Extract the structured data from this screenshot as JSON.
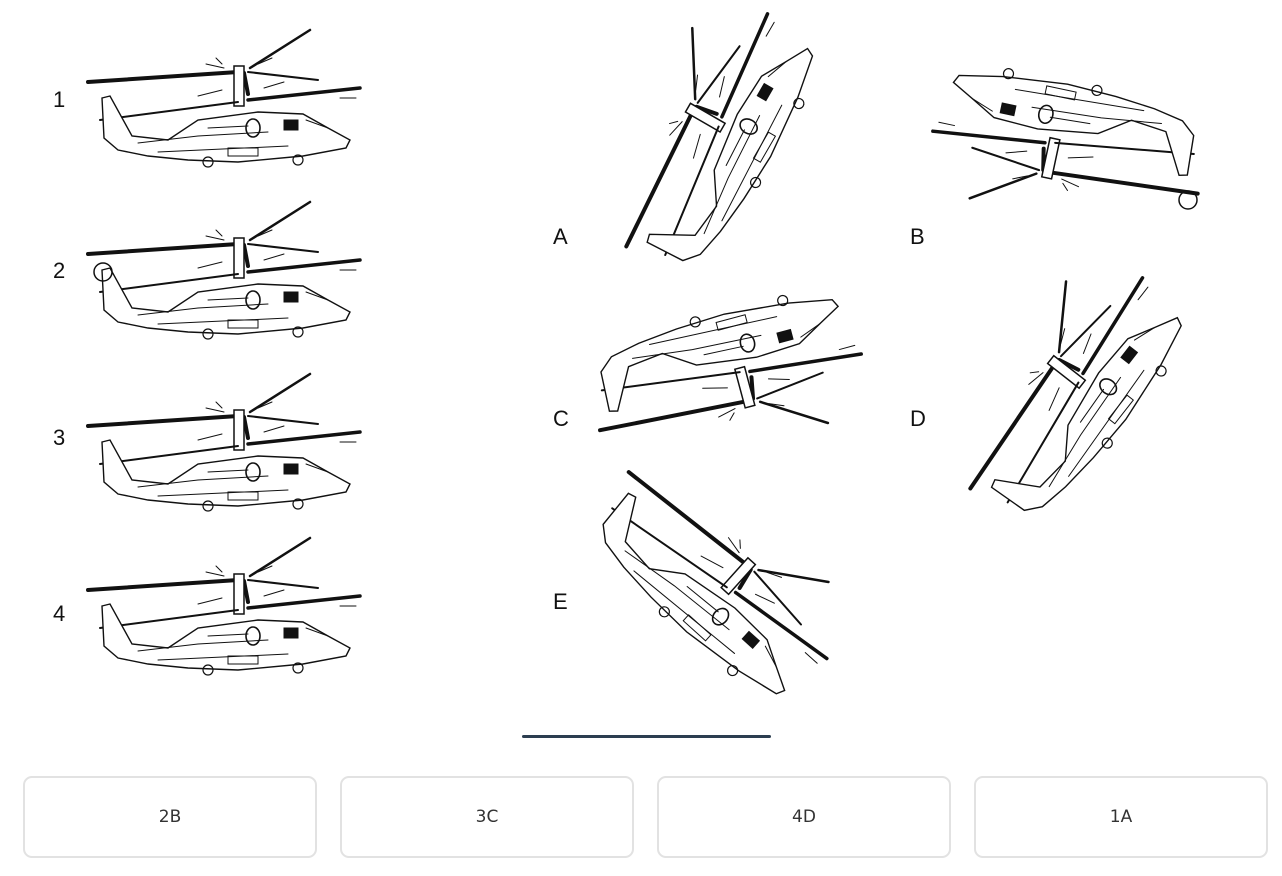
{
  "puzzle": {
    "left_labels": [
      "1",
      "2",
      "3",
      "4"
    ],
    "right_labels": [
      "A",
      "B",
      "C",
      "D",
      "E"
    ]
  },
  "options": [
    "2B",
    "3C",
    "4D",
    "1A"
  ]
}
